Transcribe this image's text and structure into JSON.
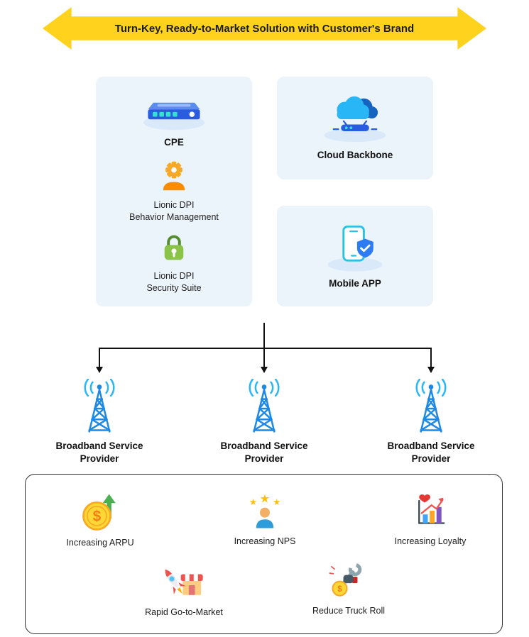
{
  "banner": {
    "label": "Turn-Key, Ready-to-Market Solution with Customer's Brand"
  },
  "solution": {
    "cpe_label": "CPE",
    "behavior_label": "Lionic DPI\nBehavior Management",
    "security_label": "Lionic DPI\nSecurity Suite",
    "cloud_label": "Cloud Backbone",
    "mobile_label": "Mobile APP"
  },
  "providers": [
    {
      "label": "Broadband Service\nProvider"
    },
    {
      "label": "Broadband Service\nProvider"
    },
    {
      "label": "Broadband Service\nProvider"
    }
  ],
  "benefits": [
    {
      "label": "Increasing ARPU",
      "icon": "coin-up-arrow-icon"
    },
    {
      "label": "Increasing NPS",
      "icon": "person-stars-icon"
    },
    {
      "label": "Increasing Loyalty",
      "icon": "chart-heart-icon"
    },
    {
      "label": "Rapid Go-to-Market",
      "icon": "rocket-storefront-icon"
    },
    {
      "label": "Reduce Truck Roll",
      "icon": "wrench-coin-icon"
    }
  ],
  "icons": {
    "dollar_glyph": "$",
    "star_glyph": "★"
  },
  "colors": {
    "banner_yellow": "#FFD21E",
    "panel_blue": "#EBF3FB",
    "tower_blue": "#1E88E5",
    "signal_blue": "#29B6F6",
    "security_green": "#8BC34A",
    "behavior_orange": "#F9A826",
    "coin_gold": "#FDD835"
  }
}
